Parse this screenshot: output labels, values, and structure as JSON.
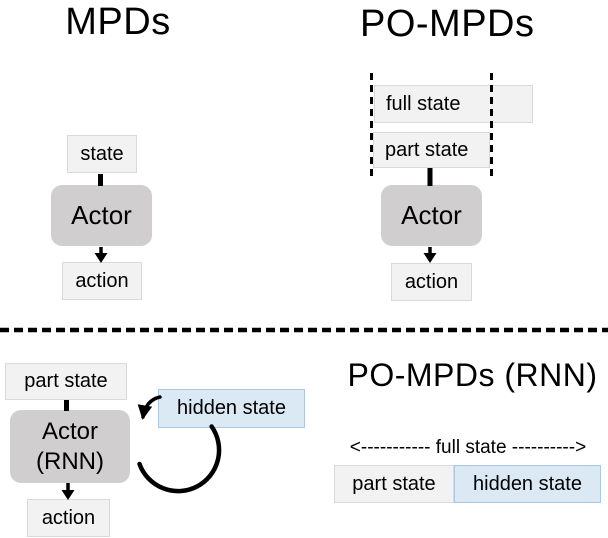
{
  "colors": {
    "box_fill": "#f2f2f2",
    "box_border": "#d9d9d9",
    "actor_fill": "#d0cece",
    "hidden_fill": "#dbe9f5",
    "hidden_border": "#aac8e4",
    "line_color": "#000000",
    "text_color": "#000000",
    "bg_color": "#ffffff"
  },
  "top_left": {
    "title": "MPDs",
    "state_label": "state",
    "actor_label": "Actor",
    "action_label": "action"
  },
  "top_right": {
    "title": "PO-MPDs",
    "full_state_label": "full state",
    "part_state_label": "part state",
    "actor_label": "Actor",
    "action_label": "action"
  },
  "bottom_left": {
    "part_state_label": "part state",
    "actor_label": "Actor",
    "actor_sub_label": "(RNN)",
    "hidden_state_label": "hidden state",
    "action_label": "action"
  },
  "bottom_right": {
    "title": "PO-MPDs (RNN)",
    "full_state_span_label": "<----------- full state ---------->",
    "part_state_label": "part state",
    "hidden_state_label": "hidden state"
  }
}
